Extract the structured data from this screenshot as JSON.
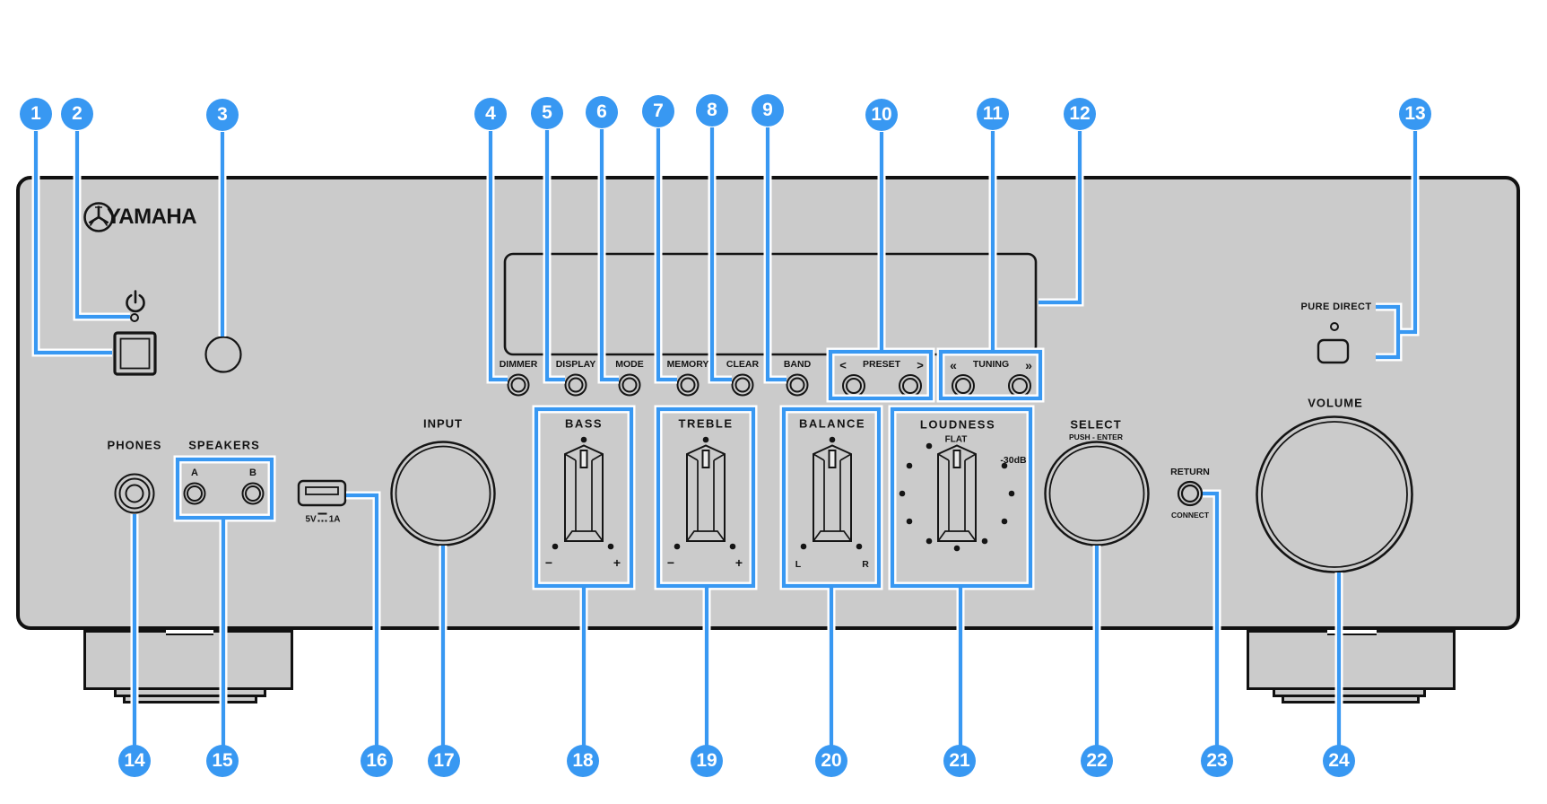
{
  "brand": {
    "name": "YAMAHA"
  },
  "labels": {
    "phones": "PHONES",
    "speakers": "SPEAKERS",
    "speaker_a": "A",
    "speaker_b": "B",
    "usb_voltage": "5V",
    "usb_current": "1A",
    "input": "INPUT",
    "dimmer": "DIMMER",
    "display": "DISPLAY",
    "mode": "MODE",
    "memory": "MEMORY",
    "clear": "CLEAR",
    "band": "BAND",
    "preset": "PRESET",
    "preset_prev": "<",
    "preset_next": ">",
    "tuning": "TUNING",
    "tuning_down": "«",
    "tuning_up": "»",
    "pure_direct": "PURE DIRECT",
    "bass": "BASS",
    "treble": "TREBLE",
    "balance": "BALANCE",
    "loudness": "LOUDNESS",
    "flat": "FLAT",
    "loudness_db": "-30dB",
    "minus": "−",
    "plus": "+",
    "balance_left": "L",
    "balance_right": "R",
    "select": "SELECT",
    "push_enter": "PUSH - ENTER",
    "return": "RETURN",
    "connect": "CONNECT",
    "volume": "VOLUME"
  },
  "callouts": {
    "c1": "1",
    "c2": "2",
    "c3": "3",
    "c4": "4",
    "c5": "5",
    "c6": "6",
    "c7": "7",
    "c8": "8",
    "c9": "9",
    "c10": "10",
    "c11": "11",
    "c12": "12",
    "c13": "13",
    "c14": "14",
    "c15": "15",
    "c16": "16",
    "c17": "17",
    "c18": "18",
    "c19": "19",
    "c20": "20",
    "c21": "21",
    "c22": "22",
    "c23": "23",
    "c24": "24"
  },
  "colors": {
    "accent": "#3898f2",
    "panel_fill": "#cbcbcb",
    "outline": "#111111"
  }
}
